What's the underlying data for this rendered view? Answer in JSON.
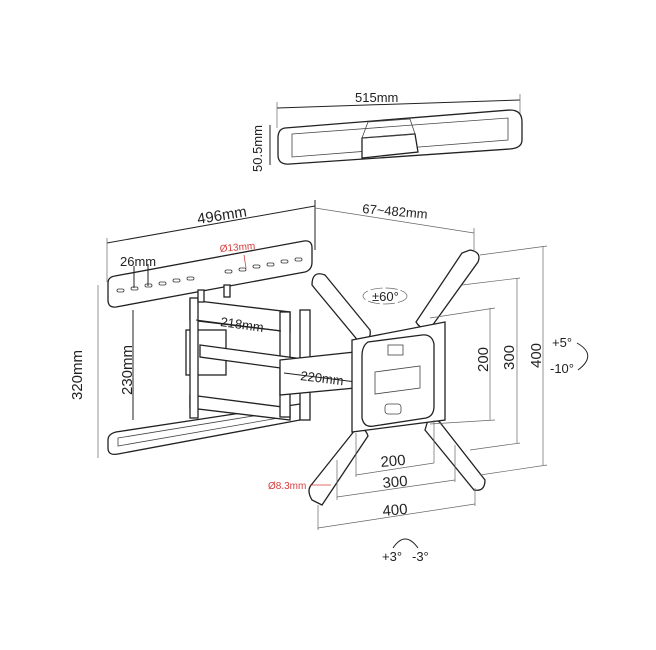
{
  "title": "TV wall mount dimension diagram",
  "soundbar_bracket": {
    "width": "515mm",
    "height": "50.5mm"
  },
  "wall_plate": {
    "width": "496mm",
    "height": "320mm",
    "hole_spacing": "26mm",
    "hole_diameter": "Ø13mm",
    "mount_height": "230mm"
  },
  "arms": {
    "arm1_length": "218mm",
    "arm2_length": "220mm",
    "extension": "67~482mm"
  },
  "tv_plate": {
    "rotation": "±60°",
    "tilt_up": "+5°",
    "tilt_down": "-10°",
    "level_plus": "+3°",
    "level_minus": "-3°",
    "vesa_h": [
      "200",
      "300",
      "400"
    ],
    "vesa_v": [
      "200",
      "300",
      "400"
    ],
    "hole_diameter": "Ø8.3mm"
  },
  "colors": {
    "line": "#222222",
    "annotation_red": "#d83a3a"
  }
}
